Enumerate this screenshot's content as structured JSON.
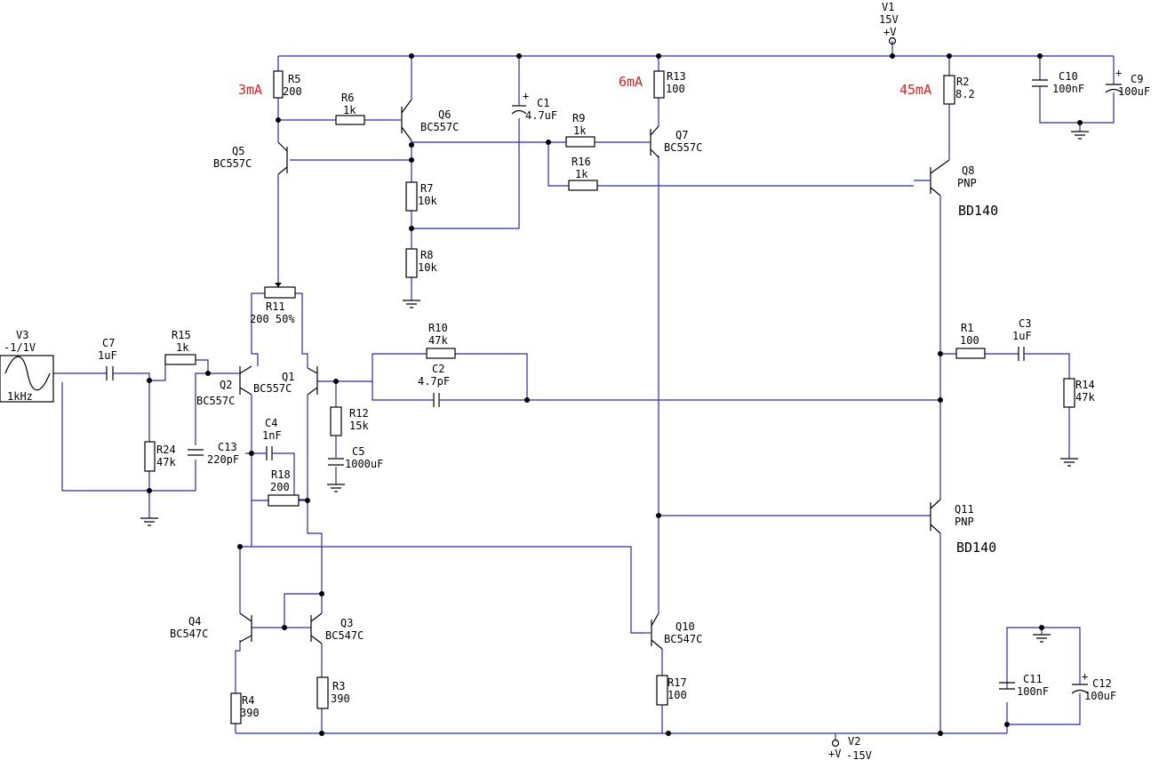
{
  "sources": {
    "v1": {
      "name": "V1",
      "value": "15V",
      "pin": "+V"
    },
    "v2": {
      "name": "V2",
      "value": "-15V",
      "pin": "+V"
    },
    "v3": {
      "name": "V3",
      "value": "-1/1V",
      "freq": "1kHz"
    }
  },
  "currents": {
    "r5": "3mA",
    "r13": "6mA",
    "r2": "45mA"
  },
  "resistors": {
    "r1": {
      "name": "R1",
      "value": "100"
    },
    "r2": {
      "name": "R2",
      "value": "8.2"
    },
    "r3": {
      "name": "R3",
      "value": "390"
    },
    "r4": {
      "name": "R4",
      "value": "390"
    },
    "r5": {
      "name": "R5",
      "value": "200"
    },
    "r6": {
      "name": "R6",
      "value": "1k"
    },
    "r7": {
      "name": "R7",
      "value": "10k"
    },
    "r8": {
      "name": "R8",
      "value": "10k"
    },
    "r9": {
      "name": "R9",
      "value": "1k"
    },
    "r10": {
      "name": "R10",
      "value": "47k"
    },
    "r11": {
      "name": "R11",
      "value": "200 50%"
    },
    "r12": {
      "name": "R12",
      "value": "15k"
    },
    "r13": {
      "name": "R13",
      "value": "100"
    },
    "r14": {
      "name": "R14",
      "value": "47k"
    },
    "r15": {
      "name": "R15",
      "value": "1k"
    },
    "r16": {
      "name": "R16",
      "value": "1k"
    },
    "r17": {
      "name": "R17",
      "value": "100"
    },
    "r18": {
      "name": "R18",
      "value": "200"
    },
    "r24": {
      "name": "R24",
      "value": "47k"
    }
  },
  "capacitors": {
    "c1": {
      "name": "C1",
      "value": "4.7uF"
    },
    "c2": {
      "name": "C2",
      "value": "4.7pF"
    },
    "c3": {
      "name": "C3",
      "value": "1uF"
    },
    "c4": {
      "name": "C4",
      "value": "1nF"
    },
    "c5": {
      "name": "C5",
      "value": "1000uF"
    },
    "c7": {
      "name": "C7",
      "value": "1uF"
    },
    "c9": {
      "name": "C9",
      "value": "100uF"
    },
    "c10": {
      "name": "C10",
      "value": "100nF"
    },
    "c11": {
      "name": "C11",
      "value": "100nF"
    },
    "c12": {
      "name": "C12",
      "value": "100uF"
    },
    "c13": {
      "name": "C13",
      "value": "220pF"
    }
  },
  "transistors": {
    "q1": {
      "name": "Q1",
      "model": "BC557C"
    },
    "q2": {
      "name": "Q2",
      "model": "BC557C"
    },
    "q3": {
      "name": "Q3",
      "model": "BC547C"
    },
    "q4": {
      "name": "Q4",
      "model": "BC547C"
    },
    "q5": {
      "name": "Q5",
      "model": "BC557C"
    },
    "q6": {
      "name": "Q6",
      "model": "BC557C"
    },
    "q7": {
      "name": "Q7",
      "model": "BC557C"
    },
    "q8": {
      "name": "Q8",
      "model": "PNP",
      "part": "BD140"
    },
    "q10": {
      "name": "Q10",
      "model": "BC547C"
    },
    "q11": {
      "name": "Q11",
      "model": "PNP",
      "part": "BD140"
    }
  },
  "polarity": "+"
}
